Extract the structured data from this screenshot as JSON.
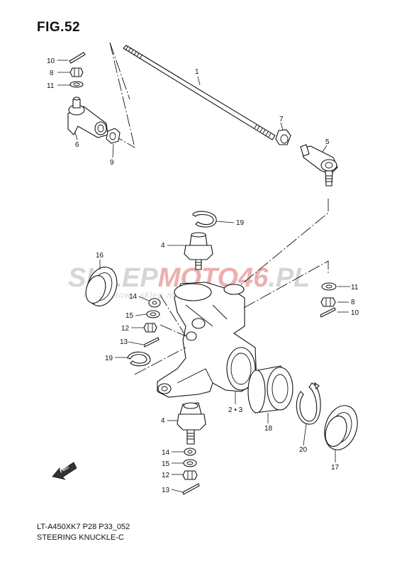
{
  "figure": {
    "title": "FIG.52",
    "footer_code": "LT-A450XK7 P28 P33_052",
    "footer_name": "STEERING KNUCKLE-C"
  },
  "watermark": {
    "brand_a": "SKLEP",
    "brand_b": "MOTO46",
    "brand_c": ".PL",
    "tagline": "internetowy sklep motocyklowy",
    "colors": {
      "gray": "#cfcfcf",
      "red": "#e8a3a3"
    }
  },
  "callouts": {
    "c1": "1",
    "c2": "2 • 3",
    "c4a": "4",
    "c4b": "4",
    "c5": "5",
    "c6": "6",
    "c7": "7",
    "c8a": "8",
    "c8b": "8",
    "c9": "9",
    "c10a": "10",
    "c10b": "10",
    "c11a": "11",
    "c11b": "11",
    "c12a": "12",
    "c12b": "12",
    "c13a": "13",
    "c13b": "13",
    "c14a": "14",
    "c14b": "14",
    "c15a": "15",
    "c15b": "15",
    "c16": "16",
    "c17": "17",
    "c18": "18",
    "c19a": "19",
    "c19b": "19",
    "c20": "20"
  },
  "direction_icon": {
    "text": "FWD",
    "name": "front-arrow-icon"
  }
}
